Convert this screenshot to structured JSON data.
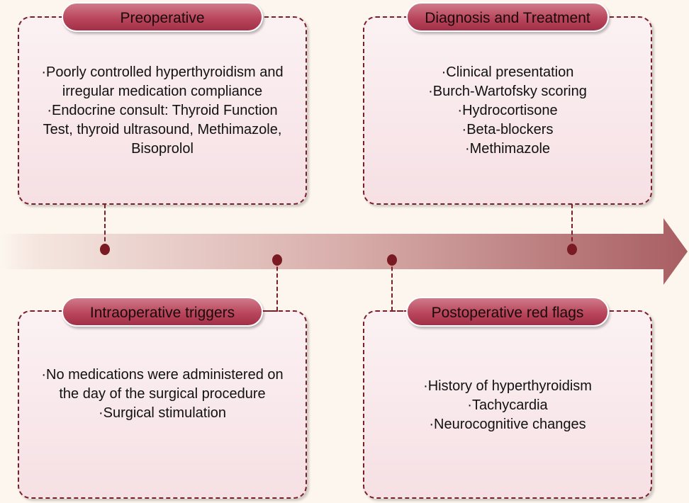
{
  "diagram": {
    "type": "timeline",
    "colors": {
      "background": "#fdf6ef",
      "accent": "#7a1f28",
      "pill": "#b9465c",
      "card_fill": "#f6e0e4",
      "arrow_end": "#a85e62"
    },
    "stages": [
      {
        "title": "Preoperative",
        "position": "top",
        "lines": [
          "·Poorly controlled hyperthyroidism and",
          "irregular medication compliance",
          "·Endocrine consult: Thyroid Function",
          "Test, thyroid ultrasound, Methimazole,",
          "Bisoprolol"
        ]
      },
      {
        "title": "Intraoperative triggers",
        "position": "bottom",
        "lines": [
          "·No medications were administered on",
          "the day of the surgical procedure",
          "·Surgical stimulation"
        ]
      },
      {
        "title": "Postoperative red flags",
        "position": "bottom",
        "lines": [
          "·History of hyperthyroidism",
          "·Tachycardia",
          "·Neurocognitive changes"
        ]
      },
      {
        "title": "Diagnosis and Treatment",
        "position": "top",
        "lines": [
          "·Clinical presentation",
          "·Burch-Wartofsky scoring",
          "·Hydrocortisone",
          "·Beta-blockers",
          "·Methimazole"
        ]
      }
    ],
    "timeline_arrow": "arrow-right-icon"
  }
}
